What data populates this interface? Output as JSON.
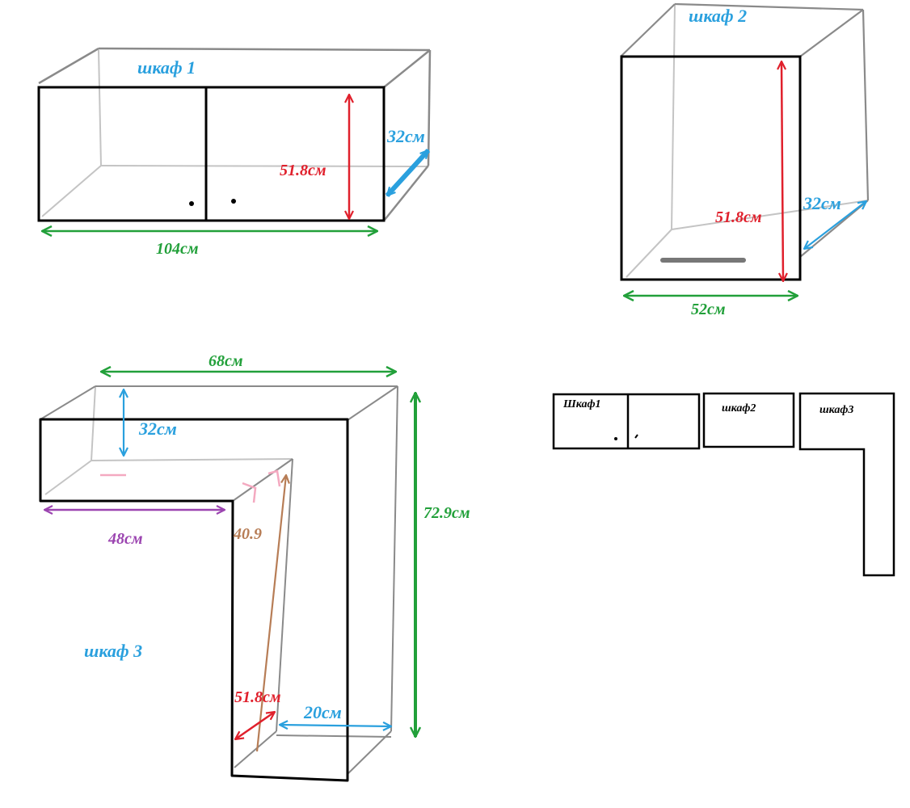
{
  "colors": {
    "outline": "#000000",
    "hidden_edges": "#c4c4c4",
    "back_edges": "#8a8a8a",
    "height_dim": "#e0202c",
    "depth_dim": "#2aa0de",
    "width_dim": "#22a03a",
    "diag_dim": "#b77d56",
    "inner_dim": "#9b44b0",
    "corner_marks": "#f4a9c0"
  },
  "cabinet1": {
    "title": "шкаф 1",
    "height": "51.8см",
    "depth": "32см",
    "width": "104см"
  },
  "cabinet2": {
    "title": "шкаф 2",
    "height": "51.8см",
    "depth": "32см",
    "width": "52см"
  },
  "cabinet3": {
    "title": "шкаф 3",
    "top_width": "68см",
    "depth": "32см",
    "height": "72.9см",
    "inner_width": "48см",
    "diagonal": "40.9",
    "leg_height": "51.8см",
    "leg_depth": "20см"
  },
  "plan": {
    "cab1": "Шкаф1",
    "cab2": "шкаф2",
    "cab3": "шкаф3"
  }
}
